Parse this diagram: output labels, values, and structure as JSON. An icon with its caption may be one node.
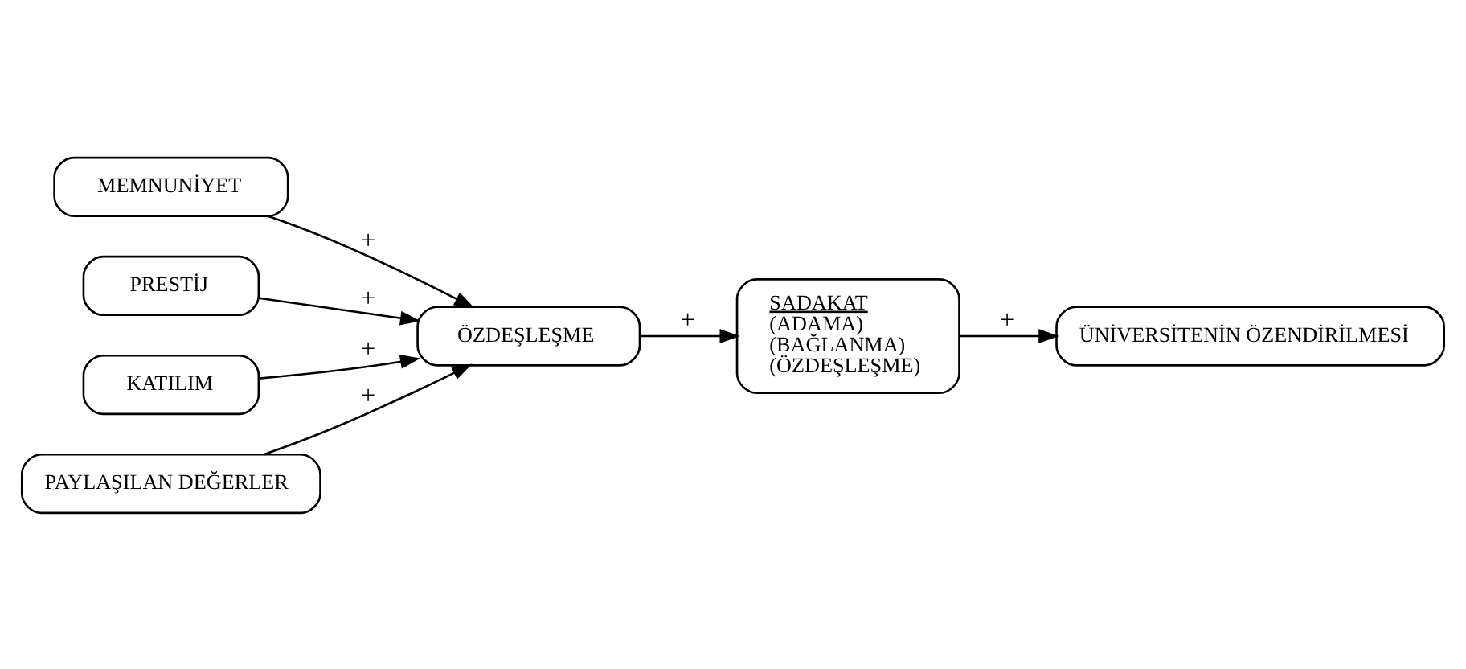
{
  "diagram": {
    "nodes": [
      {
        "text": [
          "MEMNUNİYET"
        ]
      },
      {
        "text": [
          "PRESTİJ"
        ]
      },
      {
        "text": [
          "KATILIM"
        ]
      },
      {
        "text": [
          "PAYLAŞILAN DEĞERLER"
        ]
      },
      {
        "text": [
          "ÖZDEŞLEŞME"
        ]
      },
      {
        "text": [
          "SADAKAT",
          "(ADAMA)",
          "(BAĞLANMA)",
          "(ÖZDEŞLEŞME)"
        ]
      },
      {
        "text": [
          "ÜNİVERSİTENİN ÖZENDİRİLMESİ"
        ]
      }
    ],
    "edges": [
      {
        "from": 0,
        "to": 4,
        "arrow": "to",
        "label": "+"
      },
      {
        "from": 1,
        "to": 4,
        "arrow": "to",
        "label": "+"
      },
      {
        "from": 2,
        "to": 4,
        "arrow": "to",
        "label": "+"
      },
      {
        "from": 3,
        "to": 4,
        "arrow": "to",
        "label": "+"
      },
      {
        "from": 4,
        "to": 5,
        "arrow": "to",
        "label": "+"
      },
      {
        "from": 5,
        "to": 6,
        "arrow": "to",
        "label": "+"
      }
    ]
  }
}
